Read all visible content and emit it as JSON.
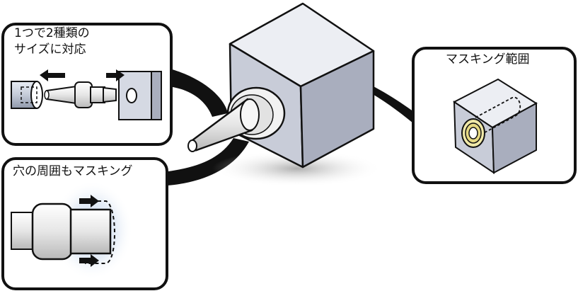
{
  "panels": {
    "dual_size": {
      "caption_line1": "1つで2種類の",
      "caption_line2": "サイズに対応"
    },
    "hole_surround": {
      "caption": "穴の周囲もマスキング"
    },
    "masking_range": {
      "caption": "マスキング範囲"
    }
  },
  "colors": {
    "outline": "#111111",
    "cube_top": "#eceef3",
    "cube_front": "#c8ccd8",
    "cube_side": "#a9aebe",
    "plug_light": "#f2f2f2",
    "plug_mid": "#d6d6d6",
    "glow": "#c9d8ec",
    "arrow": "#111111"
  }
}
